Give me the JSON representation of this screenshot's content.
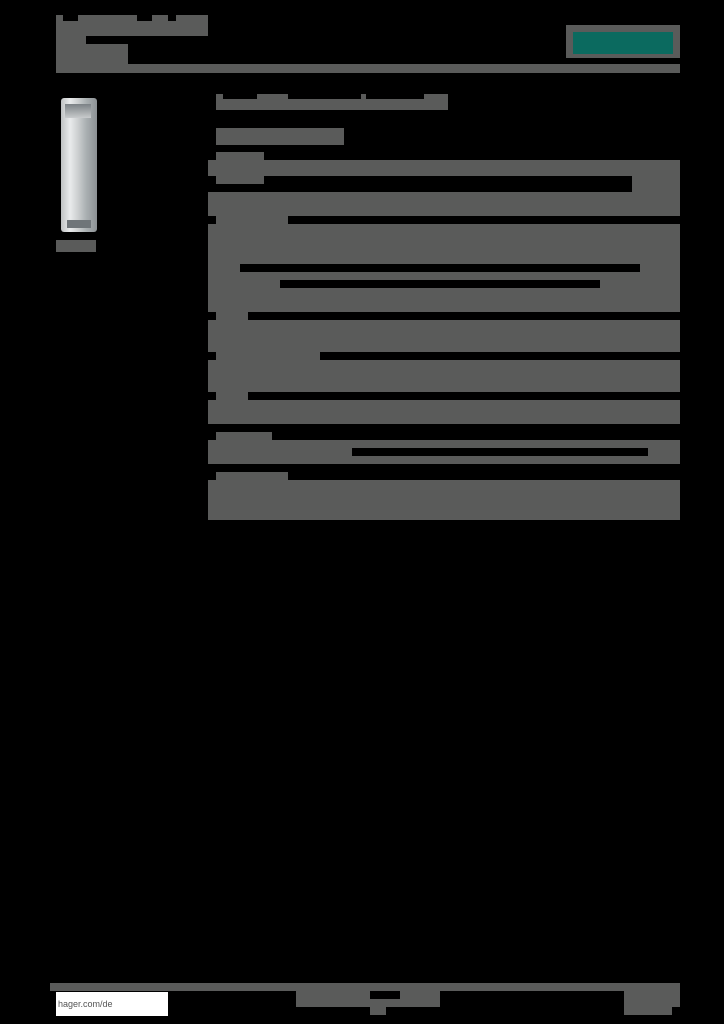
{
  "document": {
    "type": "product-datasheet",
    "brand_color": "#0b6a5f",
    "mask_color": "#5a5b5a"
  },
  "header": {
    "title": "",
    "subtitle": "",
    "logo": "brand-logo"
  },
  "product": {
    "image": "enclosure-product-photo",
    "caption": ""
  },
  "content": {
    "heading": "",
    "subheading": "",
    "sections": [
      {
        "label": "",
        "body": ""
      },
      {
        "label": "",
        "body": ""
      },
      {
        "label": "",
        "body": ""
      },
      {
        "label": "",
        "body": ""
      },
      {
        "label": "",
        "body": ""
      },
      {
        "label": "",
        "body": ""
      },
      {
        "label": "",
        "body": ""
      }
    ]
  },
  "footer": {
    "url": "hager.com/de",
    "center_text": "",
    "page": ""
  }
}
